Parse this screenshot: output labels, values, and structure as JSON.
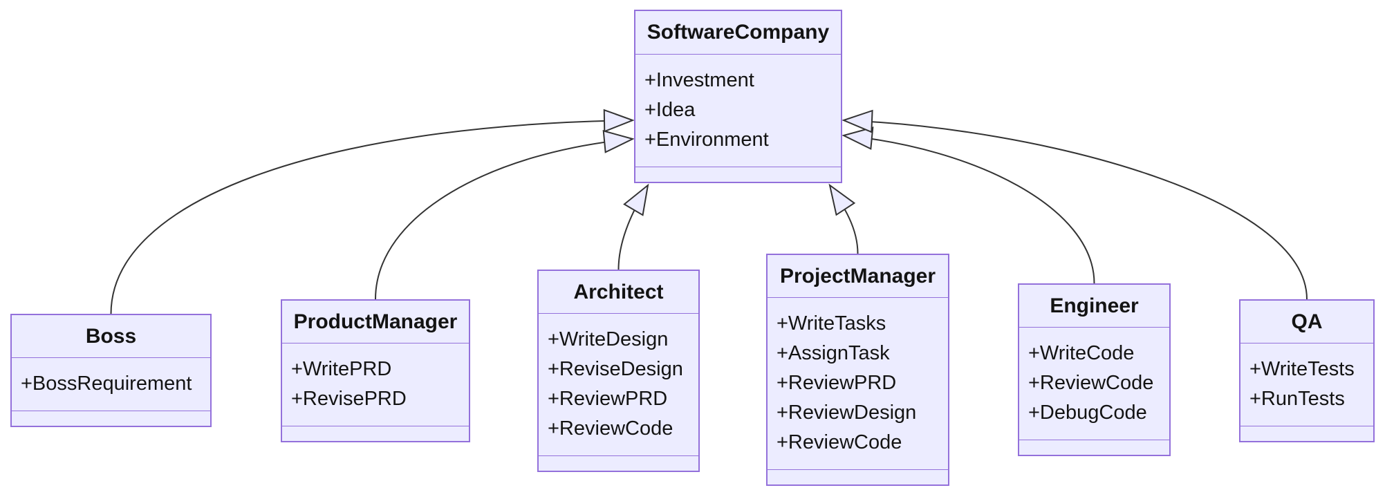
{
  "diagram": {
    "type": "uml-class-diagram",
    "colors": {
      "box_fill": "#ECECFF",
      "box_border": "#9370DB",
      "edge_line": "#333333",
      "text": "#131313",
      "background": "#ffffff"
    },
    "classes": [
      {
        "name": "SoftwareCompany",
        "members": [
          "+Investment",
          "+Idea",
          "+Environment"
        ]
      },
      {
        "name": "Boss",
        "members": [
          "+BossRequirement"
        ]
      },
      {
        "name": "ProductManager",
        "members": [
          "+WritePRD",
          "+RevisePRD"
        ]
      },
      {
        "name": "Architect",
        "members": [
          "+WriteDesign",
          "+ReviseDesign",
          "+ReviewPRD",
          "+ReviewCode"
        ]
      },
      {
        "name": "ProjectManager",
        "members": [
          "+WriteTasks",
          "+AssignTask",
          "+ReviewPRD",
          "+ReviewDesign",
          "+ReviewCode"
        ]
      },
      {
        "name": "Engineer",
        "members": [
          "+WriteCode",
          "+ReviewCode",
          "+DebugCode"
        ]
      },
      {
        "name": "QA",
        "members": [
          "+WriteTests",
          "+RunTests"
        ]
      }
    ],
    "relationships": [
      {
        "from": "Boss",
        "to": "SoftwareCompany",
        "type": "inheritance"
      },
      {
        "from": "ProductManager",
        "to": "SoftwareCompany",
        "type": "inheritance"
      },
      {
        "from": "Architect",
        "to": "SoftwareCompany",
        "type": "inheritance"
      },
      {
        "from": "ProjectManager",
        "to": "SoftwareCompany",
        "type": "inheritance"
      },
      {
        "from": "Engineer",
        "to": "SoftwareCompany",
        "type": "inheritance"
      },
      {
        "from": "QA",
        "to": "SoftwareCompany",
        "type": "inheritance"
      }
    ]
  }
}
